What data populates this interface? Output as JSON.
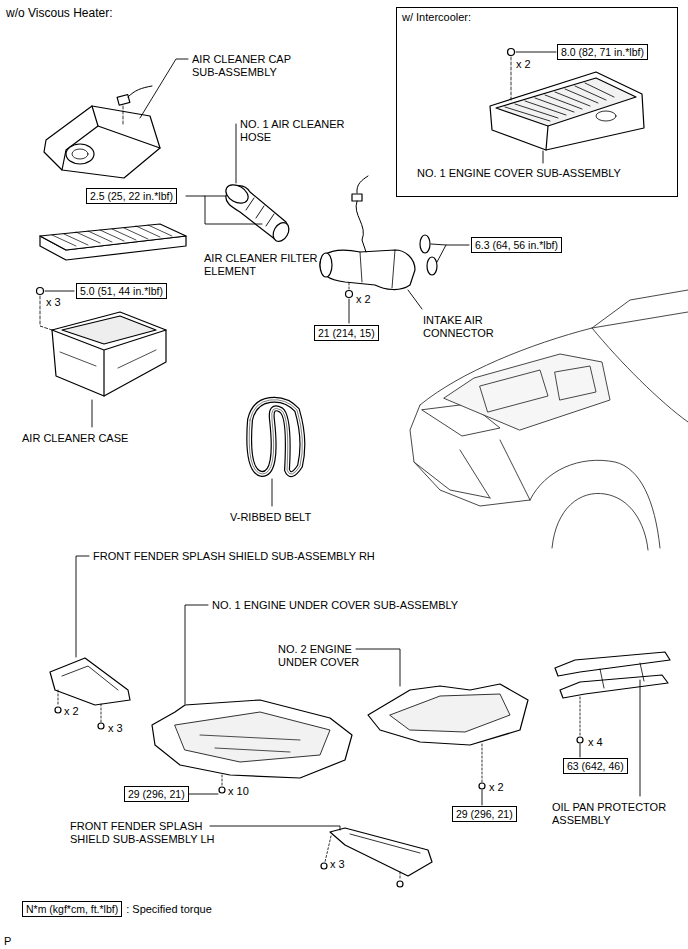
{
  "diagram": {
    "title": "w/o Viscous Heater:",
    "nodes": [
      {
        "text": [
          "w/ Intercooler:"
        ]
      },
      {
        "text": [
          "8.0 (82, 71 in.*lbf)"
        ],
        "in": 0
      },
      {
        "text": [
          "2.5 (25, 22 in.*lbf)"
        ]
      },
      {
        "text": [
          "6.3 (64, 56 in.*lbf)"
        ]
      },
      {
        "text": [
          "5.0 (51, 44 in.*lbf)"
        ]
      },
      {
        "text": [
          "21 (214, 15)"
        ]
      },
      {
        "text": [
          "63 (642, 46)"
        ]
      },
      {
        "text": [
          "29 (296, 21)"
        ]
      },
      {
        "text": [
          "29 (296, 21)"
        ]
      },
      {
        "text": [
          "N*m (kgf*cm, ft.*lbf)"
        ]
      }
    ],
    "labels": [
      "AIR CLEANER CAP SUB-ASSEMBLY",
      "NO. 1 AIR CLEANER HOSE",
      "x 2",
      "NO. 1 ENGINE COVER SUB-ASSEMBLY",
      "AIR CLEANER FILTER ELEMENT",
      "x 3",
      "x 2",
      "INTAKE AIR CONNECTOR",
      "AIR CLEANER CASE",
      "V-RIBBED BELT",
      "FRONT FENDER SPLASH SHIELD SUB-ASSEMBLY RH",
      "NO. 1 ENGINE UNDER COVER SUB-ASSEMBLY",
      "NO. 2 ENGINE UNDER COVER",
      "x 2",
      "x 3",
      "x 4",
      "OIL PAN PROTECTOR ASSEMBLY",
      "x 10",
      "x 2",
      "FRONT FENDER SPLASH SHIELD SUB-ASSEMBLY LH",
      "x 3",
      ": Specified torque",
      "P"
    ]
  }
}
